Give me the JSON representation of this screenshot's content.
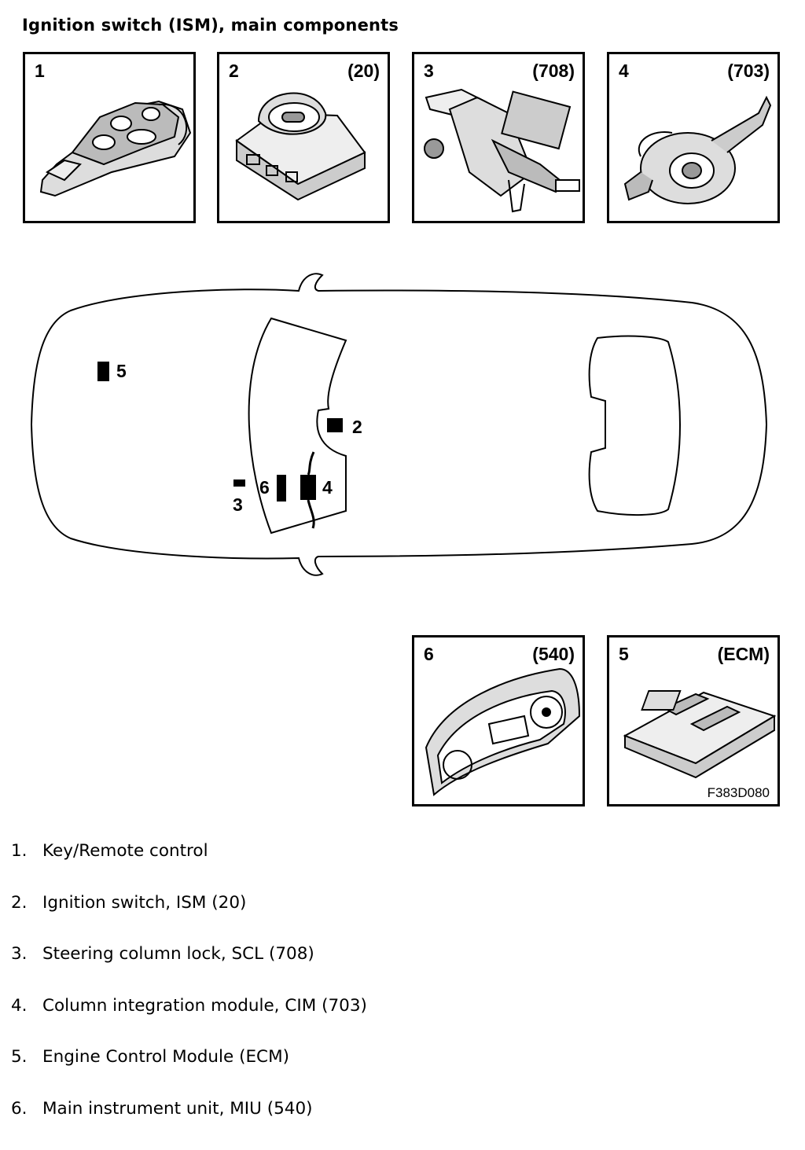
{
  "title": "Ignition switch (ISM), main components",
  "components": [
    {
      "num": "1",
      "code": "",
      "icon": "key-remote-icon"
    },
    {
      "num": "2",
      "code": "(20)",
      "icon": "ignition-switch-icon"
    },
    {
      "num": "3",
      "code": "(708)",
      "icon": "steering-lock-icon"
    },
    {
      "num": "4",
      "code": "(703)",
      "icon": "column-module-icon"
    },
    {
      "num": "6",
      "code": "(540)",
      "icon": "instrument-cluster-icon"
    },
    {
      "num": "5",
      "code": "(ECM)",
      "icon": "ecm-icon"
    }
  ],
  "figure_ref": "F383D080",
  "car_markers": [
    "5",
    "2",
    "3",
    "6",
    "4"
  ],
  "legend": [
    {
      "num": "1.",
      "text": "Key/Remote control"
    },
    {
      "num": "2.",
      "text": "Ignition switch, ISM (20)"
    },
    {
      "num": "3.",
      "text": "Steering column lock, SCL (708)"
    },
    {
      "num": "4.",
      "text": "Column integration module, CIM (703)"
    },
    {
      "num": "5.",
      "text": "Engine Control Module (ECM)"
    },
    {
      "num": "6.",
      "text": "Main instrument unit, MIU (540)"
    }
  ]
}
